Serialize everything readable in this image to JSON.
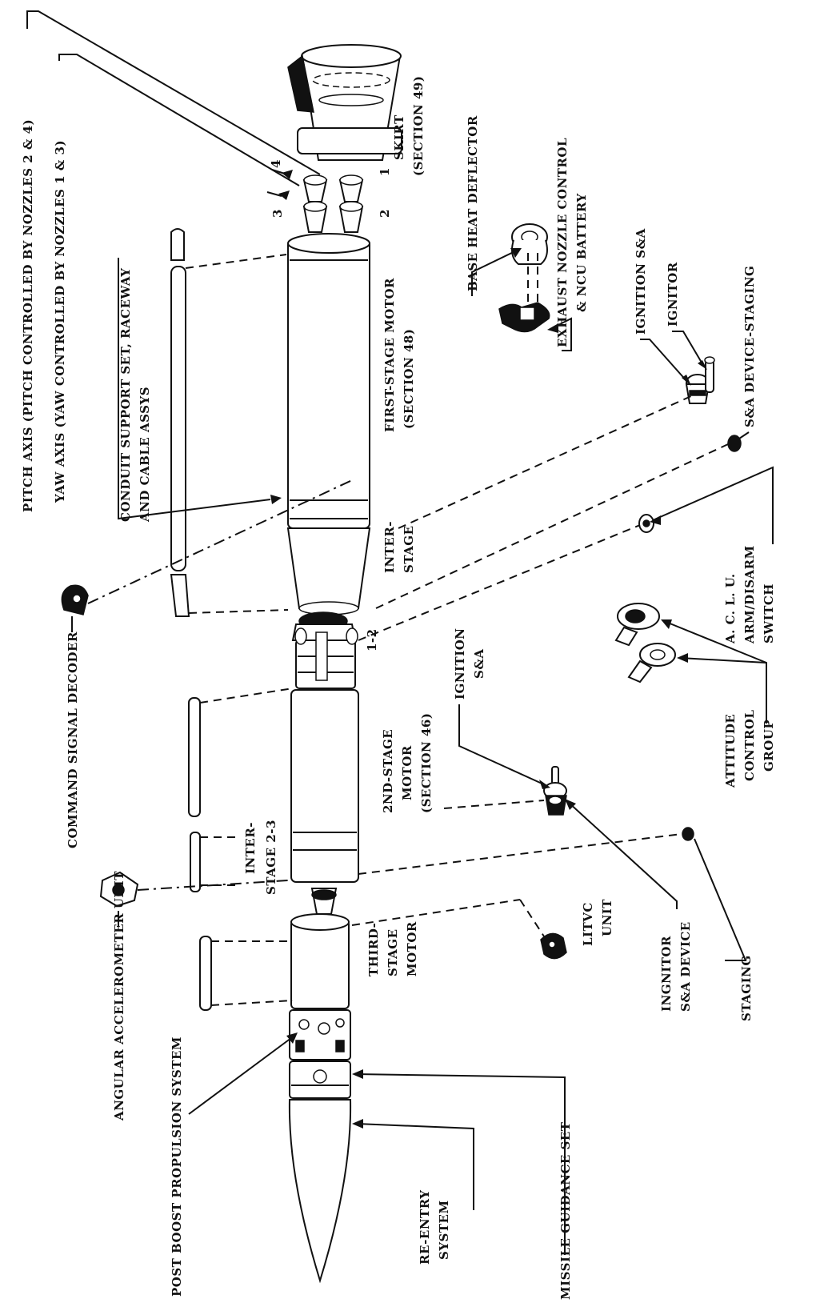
{
  "labels": {
    "pitch_axis": "PITCH AXIS (PITCH CONTROLLED BY NOZZLES 2 & 4)",
    "yaw_axis": "YAW AXIS (YAW CONTROLLED BY NOZZLES 1 & 3)",
    "conduit_1": "CONDUIT SUPPORT SET, RACEWAY",
    "conduit_2": "AND CABLE ASSYS",
    "command_signal_decoder": "COMMAND SIGNAL DECODER",
    "angular_accelerometer": "ANGULAR ACCELEROMETER UNIT",
    "post_boost": "POST BOOST PROPULSION SYSTEM",
    "skirt_1": "SKIRT",
    "skirt_2": "(SECTION 49)",
    "first_stage_1": "FIRST-STAGE MOTOR",
    "first_stage_2": "(SECTION 48)",
    "interstage_1": "INTER-",
    "interstage_2": "STAGE",
    "interstage_12": "1-2",
    "second_stage_1": "2ND-STAGE",
    "second_stage_2": "MOTOR",
    "second_stage_3": "(SECTION 46)",
    "interstage_23_1": "INTER-",
    "interstage_23_2": "STAGE 2-3",
    "third_stage_1": "THIRD-",
    "third_stage_2": "STAGE",
    "third_stage_3": "MOTOR",
    "reentry_1": "RE-ENTRY",
    "reentry_2": "SYSTEM",
    "missile_guidance": "MISSILE GUIDANCE SET",
    "base_heat": "BASE HEAT DEFLECTOR",
    "exhaust_1": "EXHAUST NOZZLE CONTROL",
    "exhaust_2": "& NCU BATTERY",
    "ignition_sa_top": "IGNITION S&A",
    "ignitor": "IGNITOR",
    "sa_device_staging": "S&A DEVICE-STAGING",
    "aclu_1": "A. C. L. U.",
    "aclu_2": "ARM/DISARM",
    "aclu_3": "SWITCH",
    "attitude_1": "ATTITUDE",
    "attitude_2": "CONTROL",
    "attitude_3": "GROUP",
    "ignition_sa_mid_1": "IGNITION",
    "ignition_sa_mid_2": "S&A",
    "litvc_1": "LITVC",
    "litvc_2": "UNIT",
    "ingnitor_sa_1": "INGNITOR",
    "ingnitor_sa_2": "S&A DEVICE",
    "staging": "STAGING"
  },
  "nozzle_numbers": [
    "1",
    "2",
    "3",
    "4"
  ]
}
